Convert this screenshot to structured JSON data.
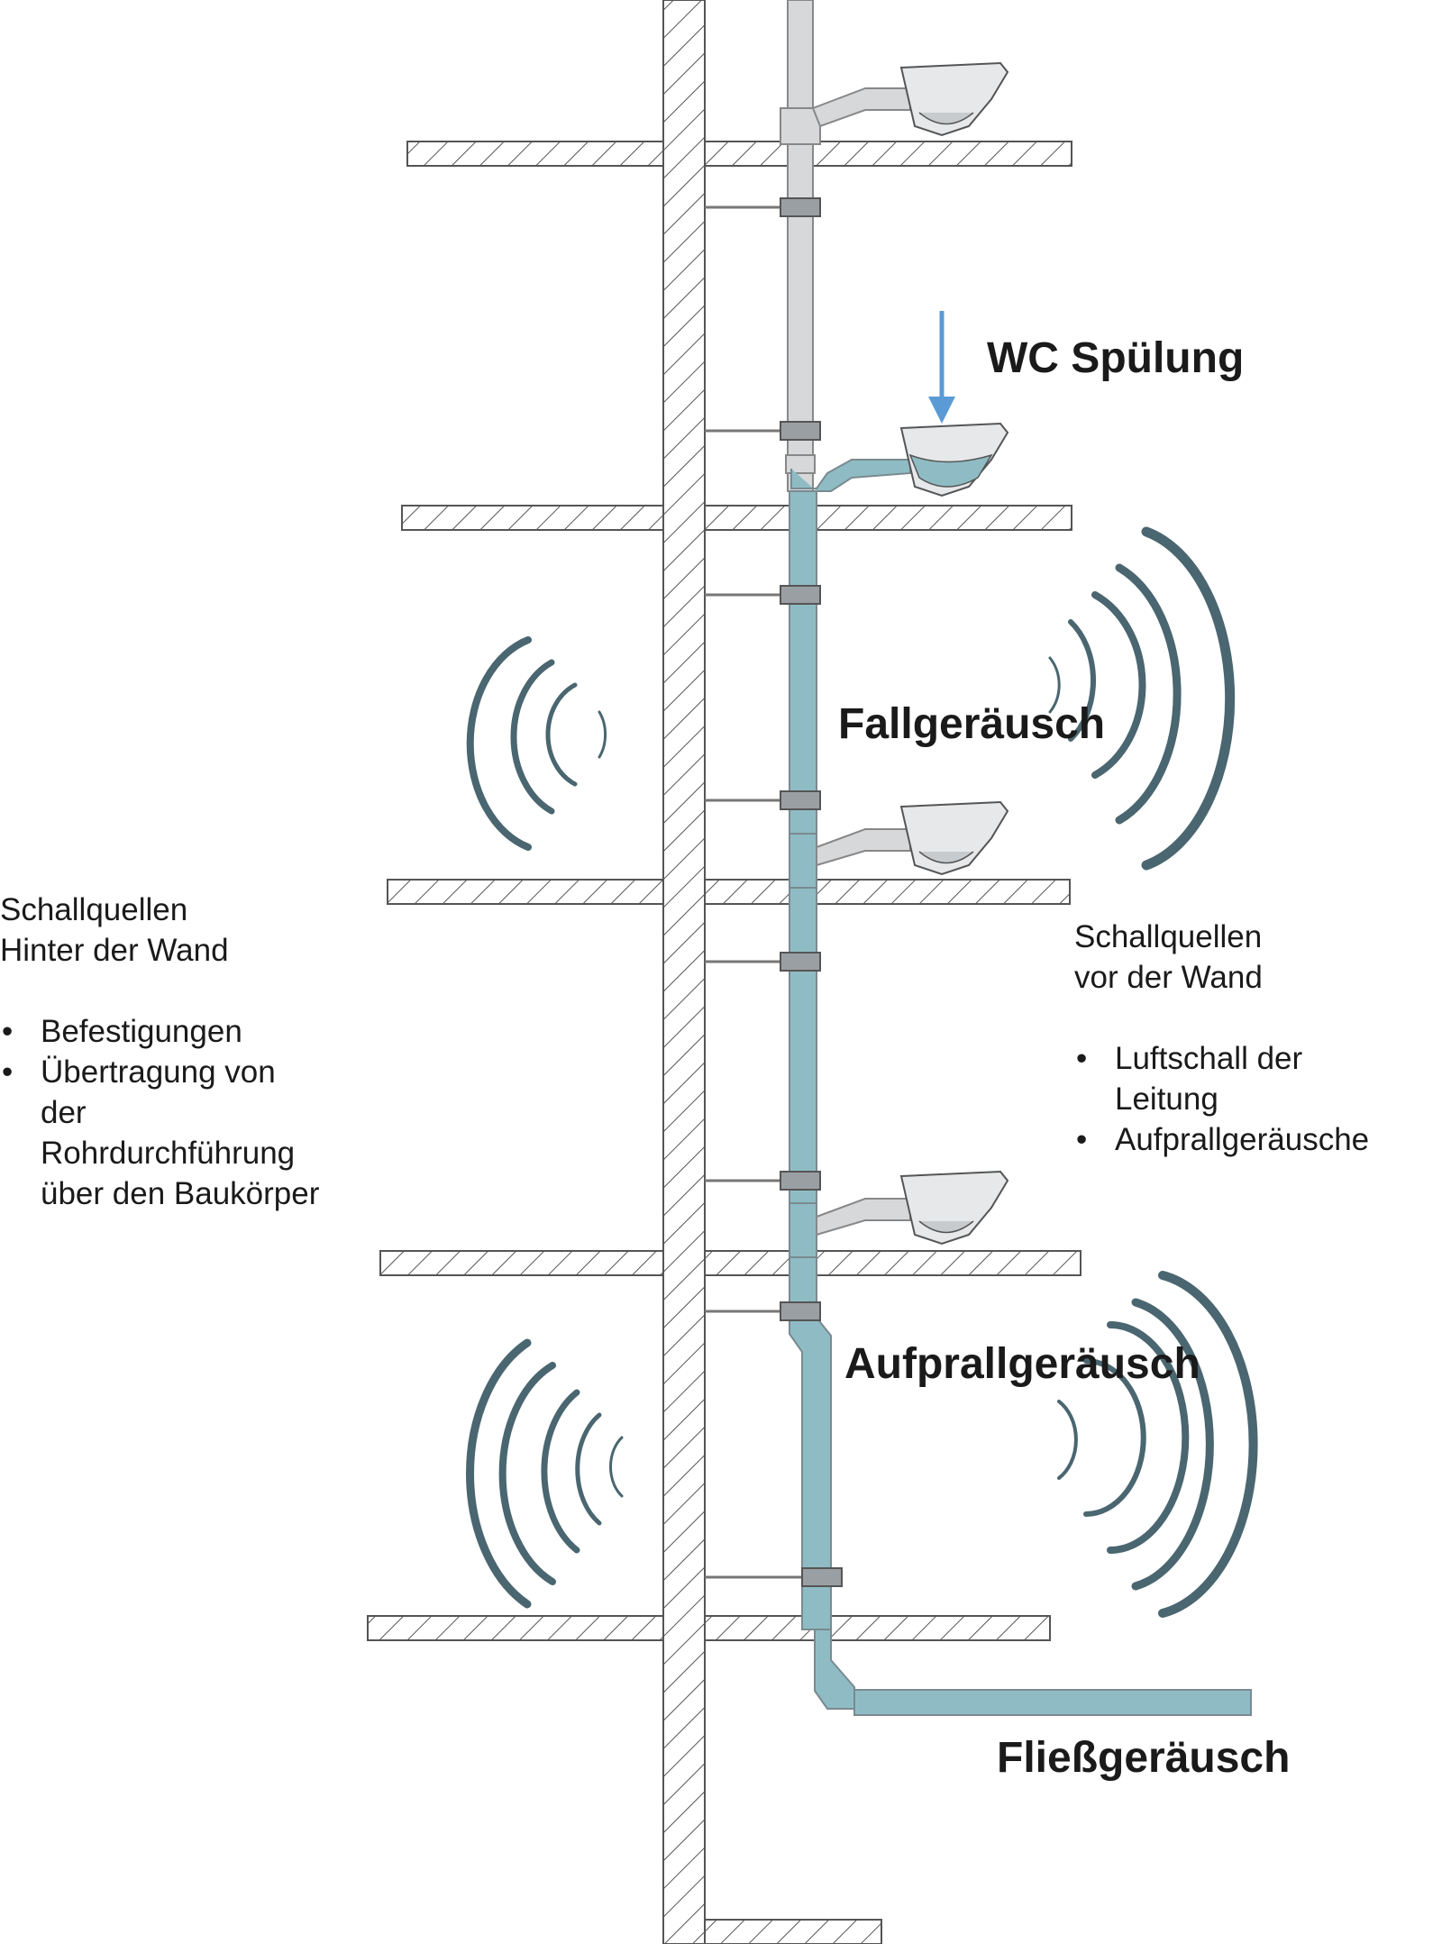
{
  "labels": {
    "wc_flush": "WC Spülung",
    "falling_noise": "Fallgeräusch",
    "impact_noise": "Aufprallgeräusch",
    "flow_noise": "Fließgeräusch"
  },
  "left_panel": {
    "title_line1": "Schallquellen",
    "title_line2": "Hinter der Wand",
    "items": [
      "Befestigungen",
      "Übertragung von",
      "der",
      "Rohrdurchführung",
      "über den Baukörper"
    ]
  },
  "right_panel": {
    "title_line1": "Schallquellen",
    "title_line2": "vor der Wand",
    "items": [
      "Luftschall der",
      "Leitung",
      "Aufprallgeräusche"
    ]
  },
  "colors": {
    "pipe_active": "#8fbcc4",
    "pipe_inactive": "#d6d8da",
    "sound_wave": "#4a6670",
    "flush_arrow": "#5b9bd5",
    "hatch": "#555555"
  },
  "icons": {
    "toilet": "wall-hung-toilet-icon",
    "clamp": "pipe-clamp-icon",
    "wave": "sound-wave-icon",
    "arrow": "down-arrow-icon"
  }
}
